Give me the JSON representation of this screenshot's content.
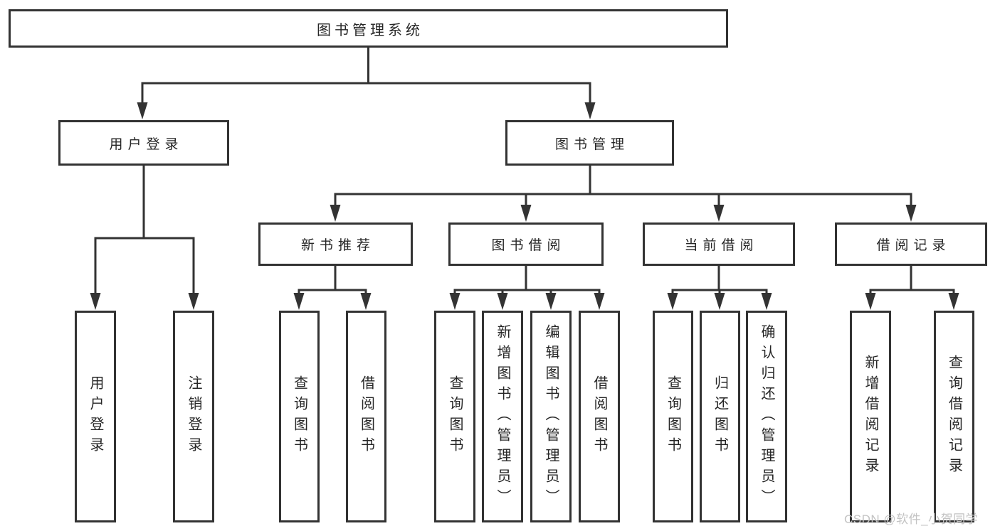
{
  "tree": {
    "label": "图书管理系统",
    "children": [
      {
        "label": "用户登录",
        "children": [
          {
            "label": "用户登录"
          },
          {
            "label": "注销登录"
          }
        ]
      },
      {
        "label": "图书管理",
        "children": [
          {
            "label": "新书推荐",
            "children": [
              {
                "label": "查询图书"
              },
              {
                "label": "借阅图书"
              }
            ]
          },
          {
            "label": "图书借阅",
            "children": [
              {
                "label": "查询图书"
              },
              {
                "label": "新增图书（管理员）"
              },
              {
                "label": "编辑图书（管理员）"
              },
              {
                "label": "借阅图书"
              }
            ]
          },
          {
            "label": "当前借阅",
            "children": [
              {
                "label": "查询图书"
              },
              {
                "label": "归还图书"
              },
              {
                "label": "确认归还（管理员）"
              }
            ]
          },
          {
            "label": "借阅记录",
            "children": [
              {
                "label": "新增借阅记录"
              },
              {
                "label": "查询借阅记录"
              }
            ]
          }
        ]
      }
    ]
  },
  "watermark": {
    "text": "CSDN @软件_小贺同学"
  },
  "colors": {
    "line": "#333333",
    "text": "#262626",
    "box_background": "#ffffff",
    "watermark": "#c3c3c3"
  }
}
